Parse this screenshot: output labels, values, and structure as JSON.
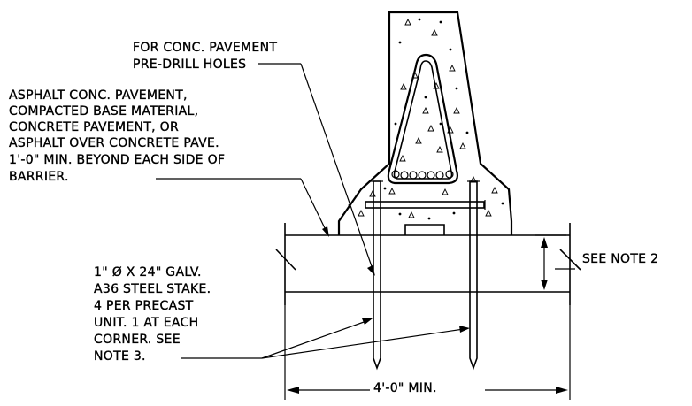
{
  "callouts": {
    "pavement_holes": {
      "lines": [
        "FOR CONC. PAVEMENT",
        "PRE-DRILL HOLES"
      ]
    },
    "base_material": {
      "lines": [
        "ASPHALT CONC. PAVEMENT,",
        "COMPACTED BASE MATERIAL,",
        "CONCRETE PAVEMENT, OR",
        "ASPHALT OVER CONCRETE PAVE.",
        "1'-0\" MIN. BEYOND EACH SIDE OF",
        "BARRIER."
      ]
    },
    "steel_stake": {
      "lines": [
        "1\" Ø X 24\" GALV.",
        "A36 STEEL STAKE.",
        "4 PER PRECAST",
        "UNIT. 1 AT EACH",
        "CORNER. SEE",
        "NOTE 3."
      ]
    },
    "depth_note": "SEE NOTE 2"
  },
  "dimensions": {
    "width_label": "4'-0\" MIN."
  }
}
